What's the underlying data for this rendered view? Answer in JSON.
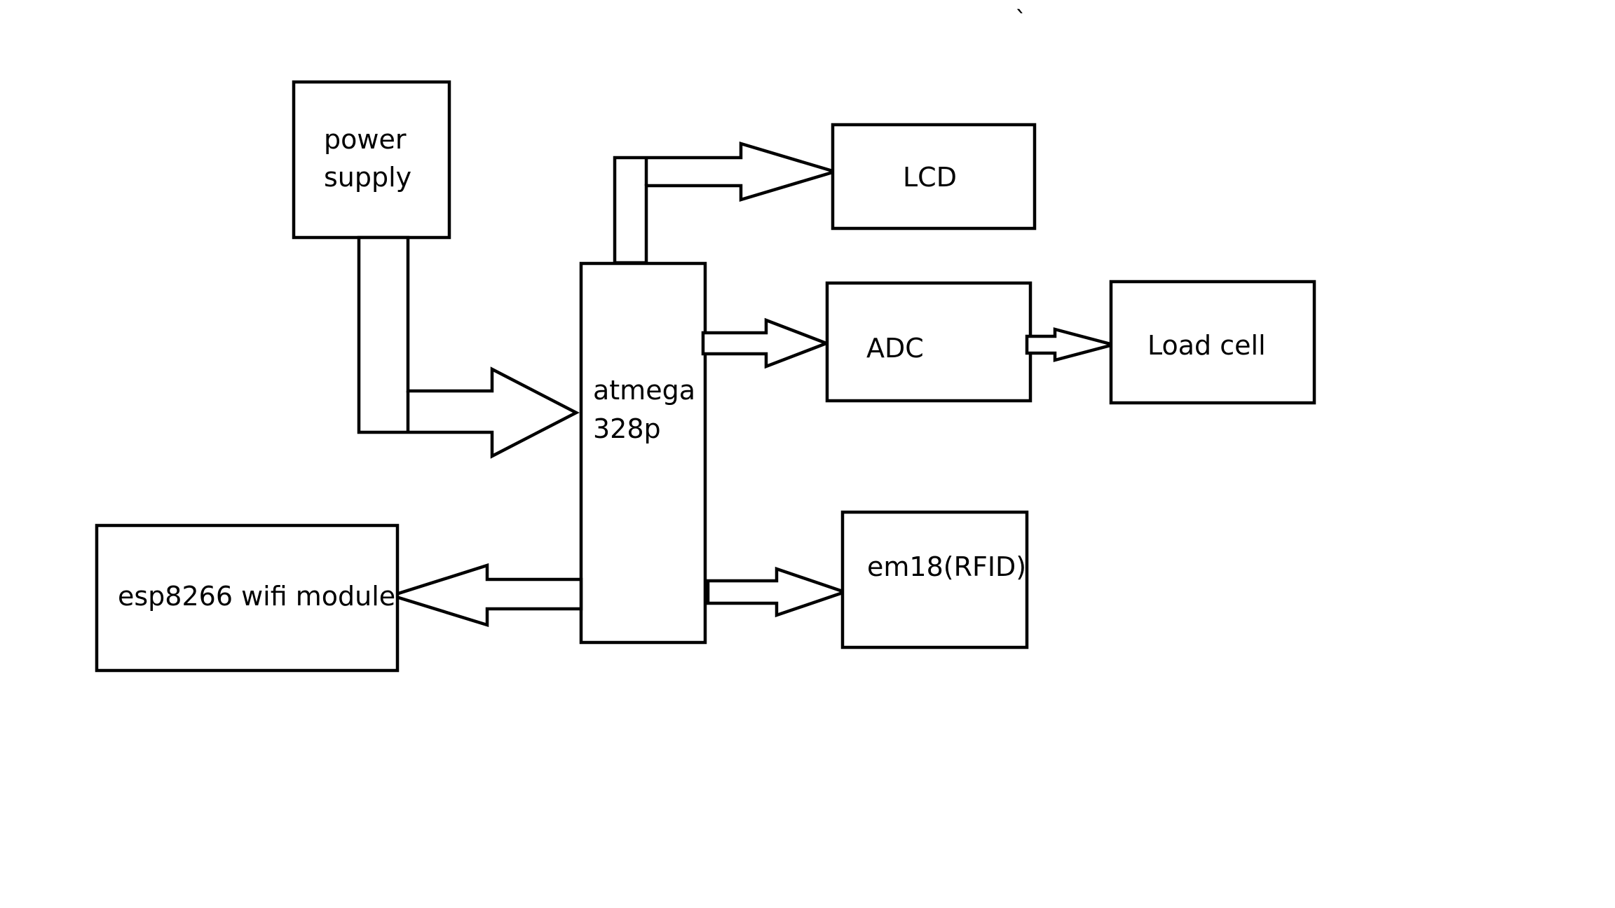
{
  "blocks": {
    "power_supply": {
      "line1": "power",
      "line2": "supply"
    },
    "mcu": {
      "line1": "atmega",
      "line2": "328p"
    },
    "lcd": {
      "label": "LCD"
    },
    "adc": {
      "label": "ADC"
    },
    "load_cell": {
      "label": "Load cell"
    },
    "rfid": {
      "label": "em18(RFID)"
    },
    "wifi": {
      "label": "esp8266 wifi module"
    }
  },
  "stray_mark": "`"
}
